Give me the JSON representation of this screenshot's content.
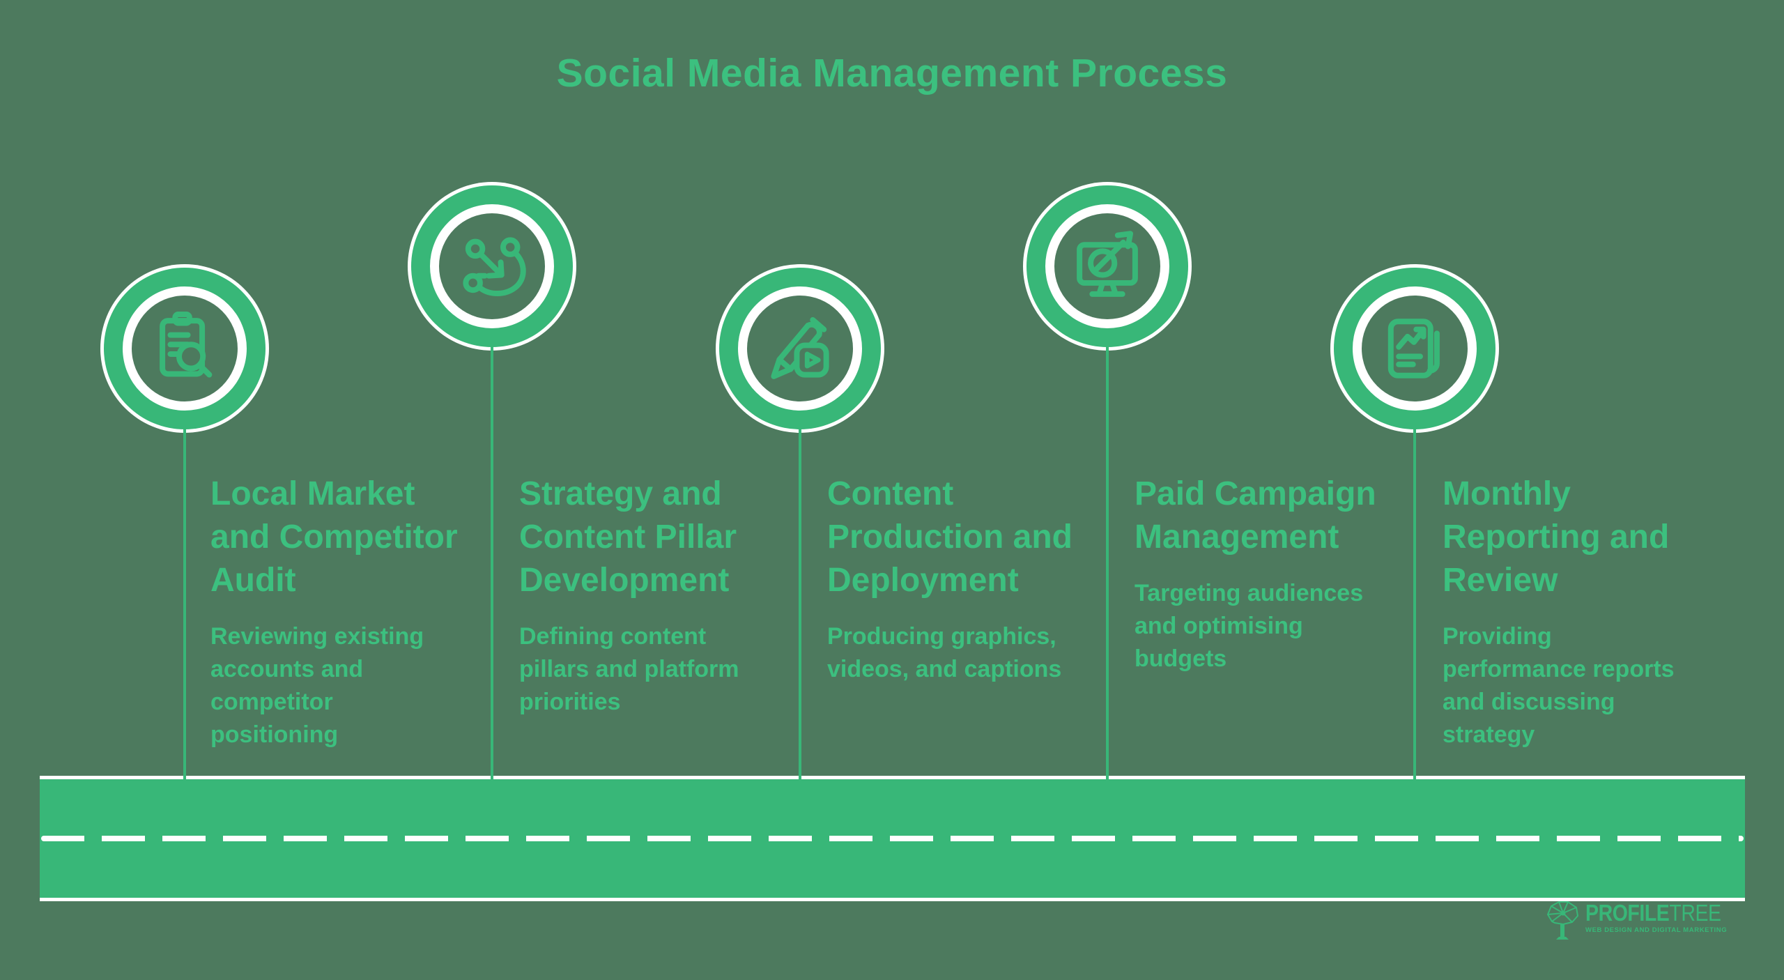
{
  "title": "Social Media Management Process",
  "colors": {
    "background": "#4d7a5e",
    "accent_green": "#38b778",
    "text_green": "#3cc07f",
    "white": "#ffffff"
  },
  "steps": [
    {
      "icon": "clipboard-search-icon",
      "title": "Local Market\nand Competitor\nAudit",
      "description": "Reviewing existing\naccounts and\ncompetitor\npositioning"
    },
    {
      "icon": "strategy-path-icon",
      "title": "Strategy and\nContent Pillar\nDevelopment",
      "description": "Defining content\npillars and platform\npriorities"
    },
    {
      "icon": "pencil-play-icon",
      "title": "Content\nProduction and\nDeployment",
      "description": "Producing graphics,\nvideos, and captions"
    },
    {
      "icon": "monitor-target-icon",
      "title": "Paid Campaign\nManagement",
      "description": "Targeting audiences\nand optimising\nbudgets"
    },
    {
      "icon": "report-chart-icon",
      "title": "Monthly\nReporting and\nReview",
      "description": "Providing\nperformance reports\nand discussing\nstrategy"
    }
  ],
  "footer": {
    "brand_bold": "PROFILE",
    "brand_light": "TREE",
    "tagline": "WEB DESIGN AND DIGITAL MARKETING"
  }
}
